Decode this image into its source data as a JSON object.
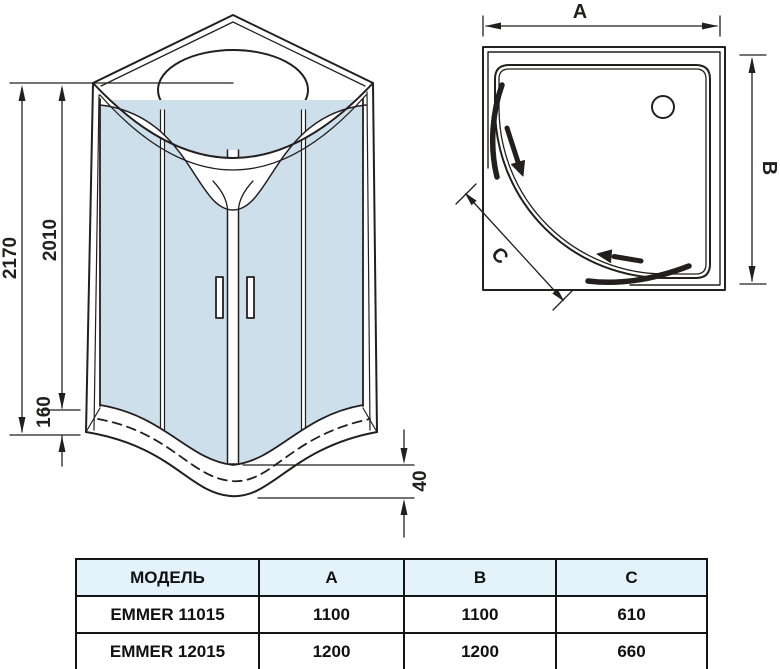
{
  "front_view": {
    "height_total": "2170",
    "height_glass": "2010",
    "height_tray": "160",
    "height_apron": "40"
  },
  "top_view": {
    "width_label": "A",
    "depth_label": "B",
    "entry_label": "C"
  },
  "table": {
    "headers": [
      "МОДЕЛЬ",
      "A",
      "B",
      "C"
    ],
    "rows": [
      {
        "model": "EMMER 11015",
        "a": "1100",
        "b": "1100",
        "c": "610"
      },
      {
        "model": "EMMER 12015",
        "a": "1200",
        "b": "1200",
        "c": "660"
      }
    ]
  },
  "colors": {
    "glass": "#ccdfea",
    "line": "#241f1f",
    "table_header_bg": "#e4f2fc",
    "table_border": "#141414"
  }
}
